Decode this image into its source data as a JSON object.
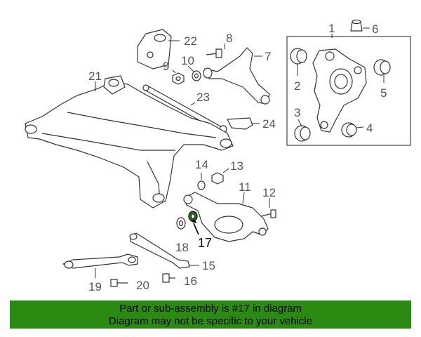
{
  "diagram": {
    "callouts": [
      "1",
      "2",
      "3",
      "4",
      "5",
      "6",
      "7",
      "8",
      "9",
      "10",
      "11",
      "12",
      "13",
      "14",
      "15",
      "16",
      "17",
      "18",
      "19",
      "20",
      "21",
      "22",
      "23",
      "24"
    ],
    "highlighted_part": "17",
    "highlight_color": "#1f7a12"
  },
  "banner": {
    "line1": "Part or sub-assembly is #17 in diagram",
    "line2": "Diagram may not be specific to your vehicle",
    "background": "#2a8a12"
  }
}
